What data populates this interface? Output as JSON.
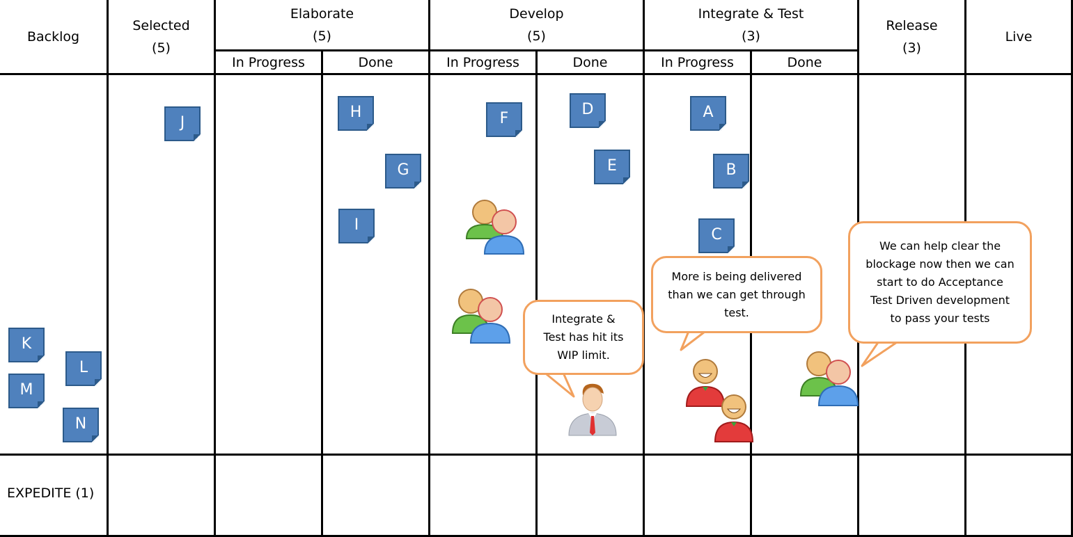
{
  "columns": {
    "backlog": "Backlog",
    "selected": "Selected\n(5)",
    "elaborate": "Elaborate\n(5)",
    "develop": "Develop\n(5)",
    "integrate": "Integrate & Test\n(3)",
    "release": "Release\n(3)",
    "live": "Live"
  },
  "subcolumns": {
    "elab_progress": "In Progress",
    "elab_done": "Done",
    "dev_progress": "In Progress",
    "dev_done": "Done",
    "int_progress": "In Progress",
    "int_done": "Done"
  },
  "cards": [
    "J",
    "H",
    "G",
    "I",
    "F",
    "D",
    "E",
    "A",
    "B",
    "C",
    "K",
    "L",
    "M",
    "N"
  ],
  "bubbles": {
    "wip": "Integrate &\nTest has hit its\nWIP limit.",
    "delivered": "More is being delivered\nthan we can get through\ntest.",
    "help": "We can help clear the\nblockage now then we can\nstart to do Acceptance\nTest Driven development\nto pass your tests"
  },
  "expedite": "EXPEDITE (1)",
  "colors": {
    "card": "#4f81bd",
    "bubble_border": "#f2a15e"
  }
}
